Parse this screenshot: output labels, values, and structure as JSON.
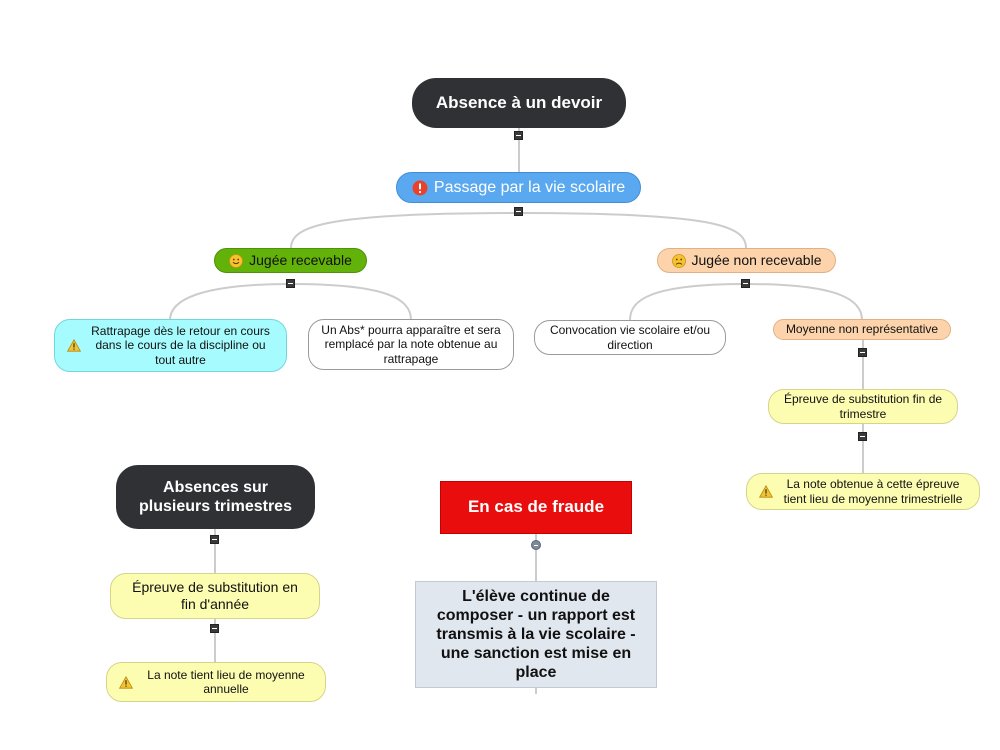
{
  "colors": {
    "root_bg": "#2f3135",
    "passage_bg": "#5aa9f0",
    "recevable_bg": "#62b20a",
    "non_recevable_bg": "#fcd3aa",
    "info_bg": "#a6fbfe",
    "note_bg": "#fdfdb2",
    "fraude_bg": "#ea0d0d",
    "fraude_child_bg": "#e1e7ef",
    "connector": "#cccccc"
  },
  "map1": {
    "root": "Absence à un devoir",
    "passage": {
      "label": "Passage par la vie scolaire",
      "icon": "exclamation-icon"
    },
    "recevable": {
      "label": "Jugée recevable",
      "icon": "smiley-happy-icon",
      "children": [
        {
          "text": "Rattrapage dès le retour en cours dans le cours de la discipline ou tout autre",
          "icon": "warning-icon"
        },
        {
          "text": "Un Abs* pourra apparaître et sera remplacé par la note obtenue au rattrapage"
        }
      ]
    },
    "non_recevable": {
      "label": "Jugée non recevable",
      "icon": "smiley-sad-icon",
      "children": [
        {
          "text": "Convocation vie scolaire et/ou direction"
        },
        {
          "text": "Moyenne non représentative"
        }
      ],
      "substitution": "Épreuve de substitution fin de trimestre",
      "note": {
        "text": "La note obtenue à cette épreuve tient lieu de moyenne trimestrielle",
        "icon": "warning-icon"
      }
    }
  },
  "map2": {
    "root": "Absences sur plusieurs trimestres",
    "substitution": "Épreuve de substitution en fin d'année",
    "note": {
      "text": "La note tient lieu de moyenne annuelle",
      "icon": "warning-icon"
    }
  },
  "map3": {
    "root": "En cas de fraude",
    "child": "L'élève continue de composer - un rapport est transmis à la vie scolaire - une sanction est mise en place"
  }
}
